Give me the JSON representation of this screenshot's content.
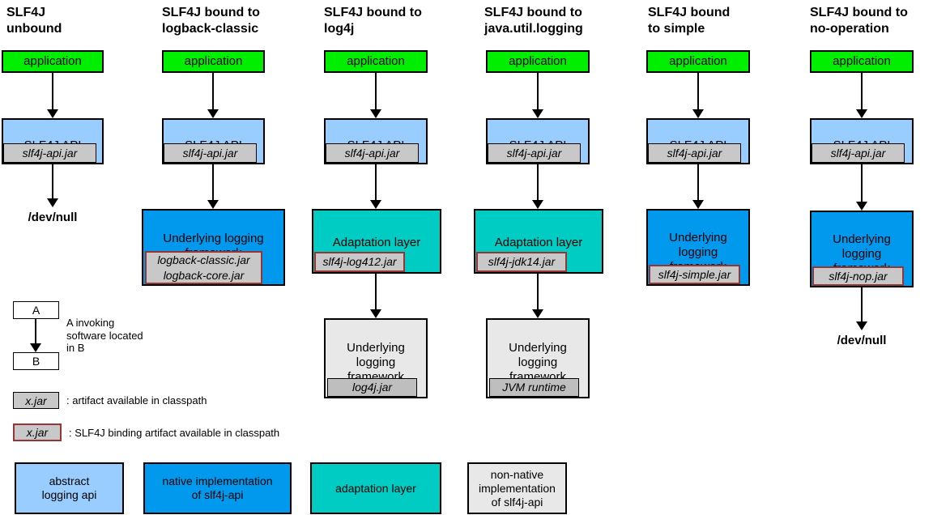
{
  "colors": {
    "app-green": "#00EE00",
    "api-blue": "#99CCFF",
    "native-blue": "#0099EE",
    "adapt-teal": "#00CCC4",
    "jar-gray": "#C8C8C8",
    "framework-gray": "#E8E8E8",
    "inner-jar-gray": "#BEBEBE",
    "binding-red": "#963634",
    "ink": "#000000"
  },
  "columns": [
    {
      "title": "SLF4J\nunbound",
      "application": "application",
      "api": "SLF4J API",
      "api_jar": "slf4j-api.jar",
      "sink": "/dev/null"
    },
    {
      "title": "SLF4J bound to\nlogback-classic",
      "application": "application",
      "api": "SLF4J API",
      "api_jar": "slf4j-api.jar",
      "framework": "Underlying logging\nframework",
      "framework_jar": "logback-classic.jar\nlogback-core.jar"
    },
    {
      "title": "SLF4J bound to\nlog4j",
      "application": "application",
      "api": "SLF4J API",
      "api_jar": "slf4j-api.jar",
      "adapter": "Adaptation layer",
      "adapter_jar": "slf4j-log412.jar",
      "framework": "Underlying\nlogging\nframework",
      "framework_jar": "log4j.jar"
    },
    {
      "title": "SLF4J bound to\njava.util.logging",
      "application": "application",
      "api": "SLF4J API",
      "api_jar": "slf4j-api.jar",
      "adapter": "Adaptation layer",
      "adapter_jar": "slf4j-jdk14.jar",
      "framework": "Underlying\nlogging\nframework",
      "framework_jar": "JVM runtime"
    },
    {
      "title": "SLF4J bound\nto simple",
      "application": "application",
      "api": "SLF4J API",
      "api_jar": "slf4j-api.jar",
      "framework": "Underlying\nlogging\nframework",
      "framework_jar": "slf4j-simple.jar"
    },
    {
      "title": "SLF4J bound to\nno-operation",
      "application": "application",
      "api": "SLF4J API",
      "api_jar": "slf4j-api.jar",
      "framework": "Underlying\nlogging\nframework",
      "framework_jar": "slf4j-nop.jar",
      "sink": "/dev/null"
    }
  ],
  "legend": {
    "invoke": {
      "a": "A",
      "b": "B",
      "caption": "A invoking\nsoftware located\nin B"
    },
    "artifact": {
      "box": "x.jar",
      "caption": ": artifact available in classpath"
    },
    "binding": {
      "box": "x.jar",
      "caption": ": SLF4J binding artifact available in classpath"
    },
    "key_boxes": [
      {
        "label": "abstract\nlogging api"
      },
      {
        "label": "native implementation\nof slf4j-api"
      },
      {
        "label": "adaptation layer"
      },
      {
        "label": "non-native\nimplementation\nof slf4j-api"
      }
    ]
  }
}
